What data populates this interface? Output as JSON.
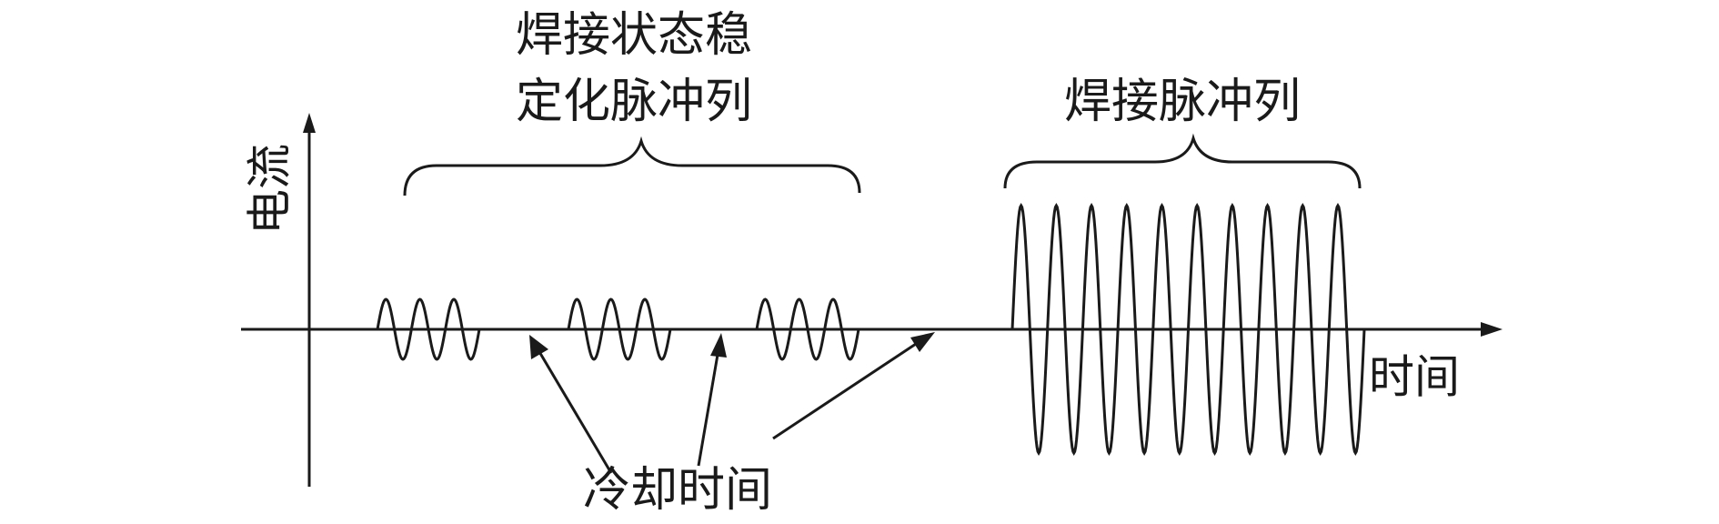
{
  "labels": {
    "y_axis": "电流",
    "x_axis": "时间",
    "stabilization_line1": "焊接状态稳",
    "stabilization_line2": "定化脉冲列",
    "welding_pulses": "焊接脉冲列",
    "cooling_time": "冷却时间"
  },
  "diagram": {
    "stabilization_bursts": 3,
    "cycles_per_stabilization_burst": 3,
    "welding_pulse_cycles": 10,
    "cooling_time_markers": 3
  },
  "colors": {
    "ink": "#1a1a1a",
    "background": "#ffffff"
  }
}
